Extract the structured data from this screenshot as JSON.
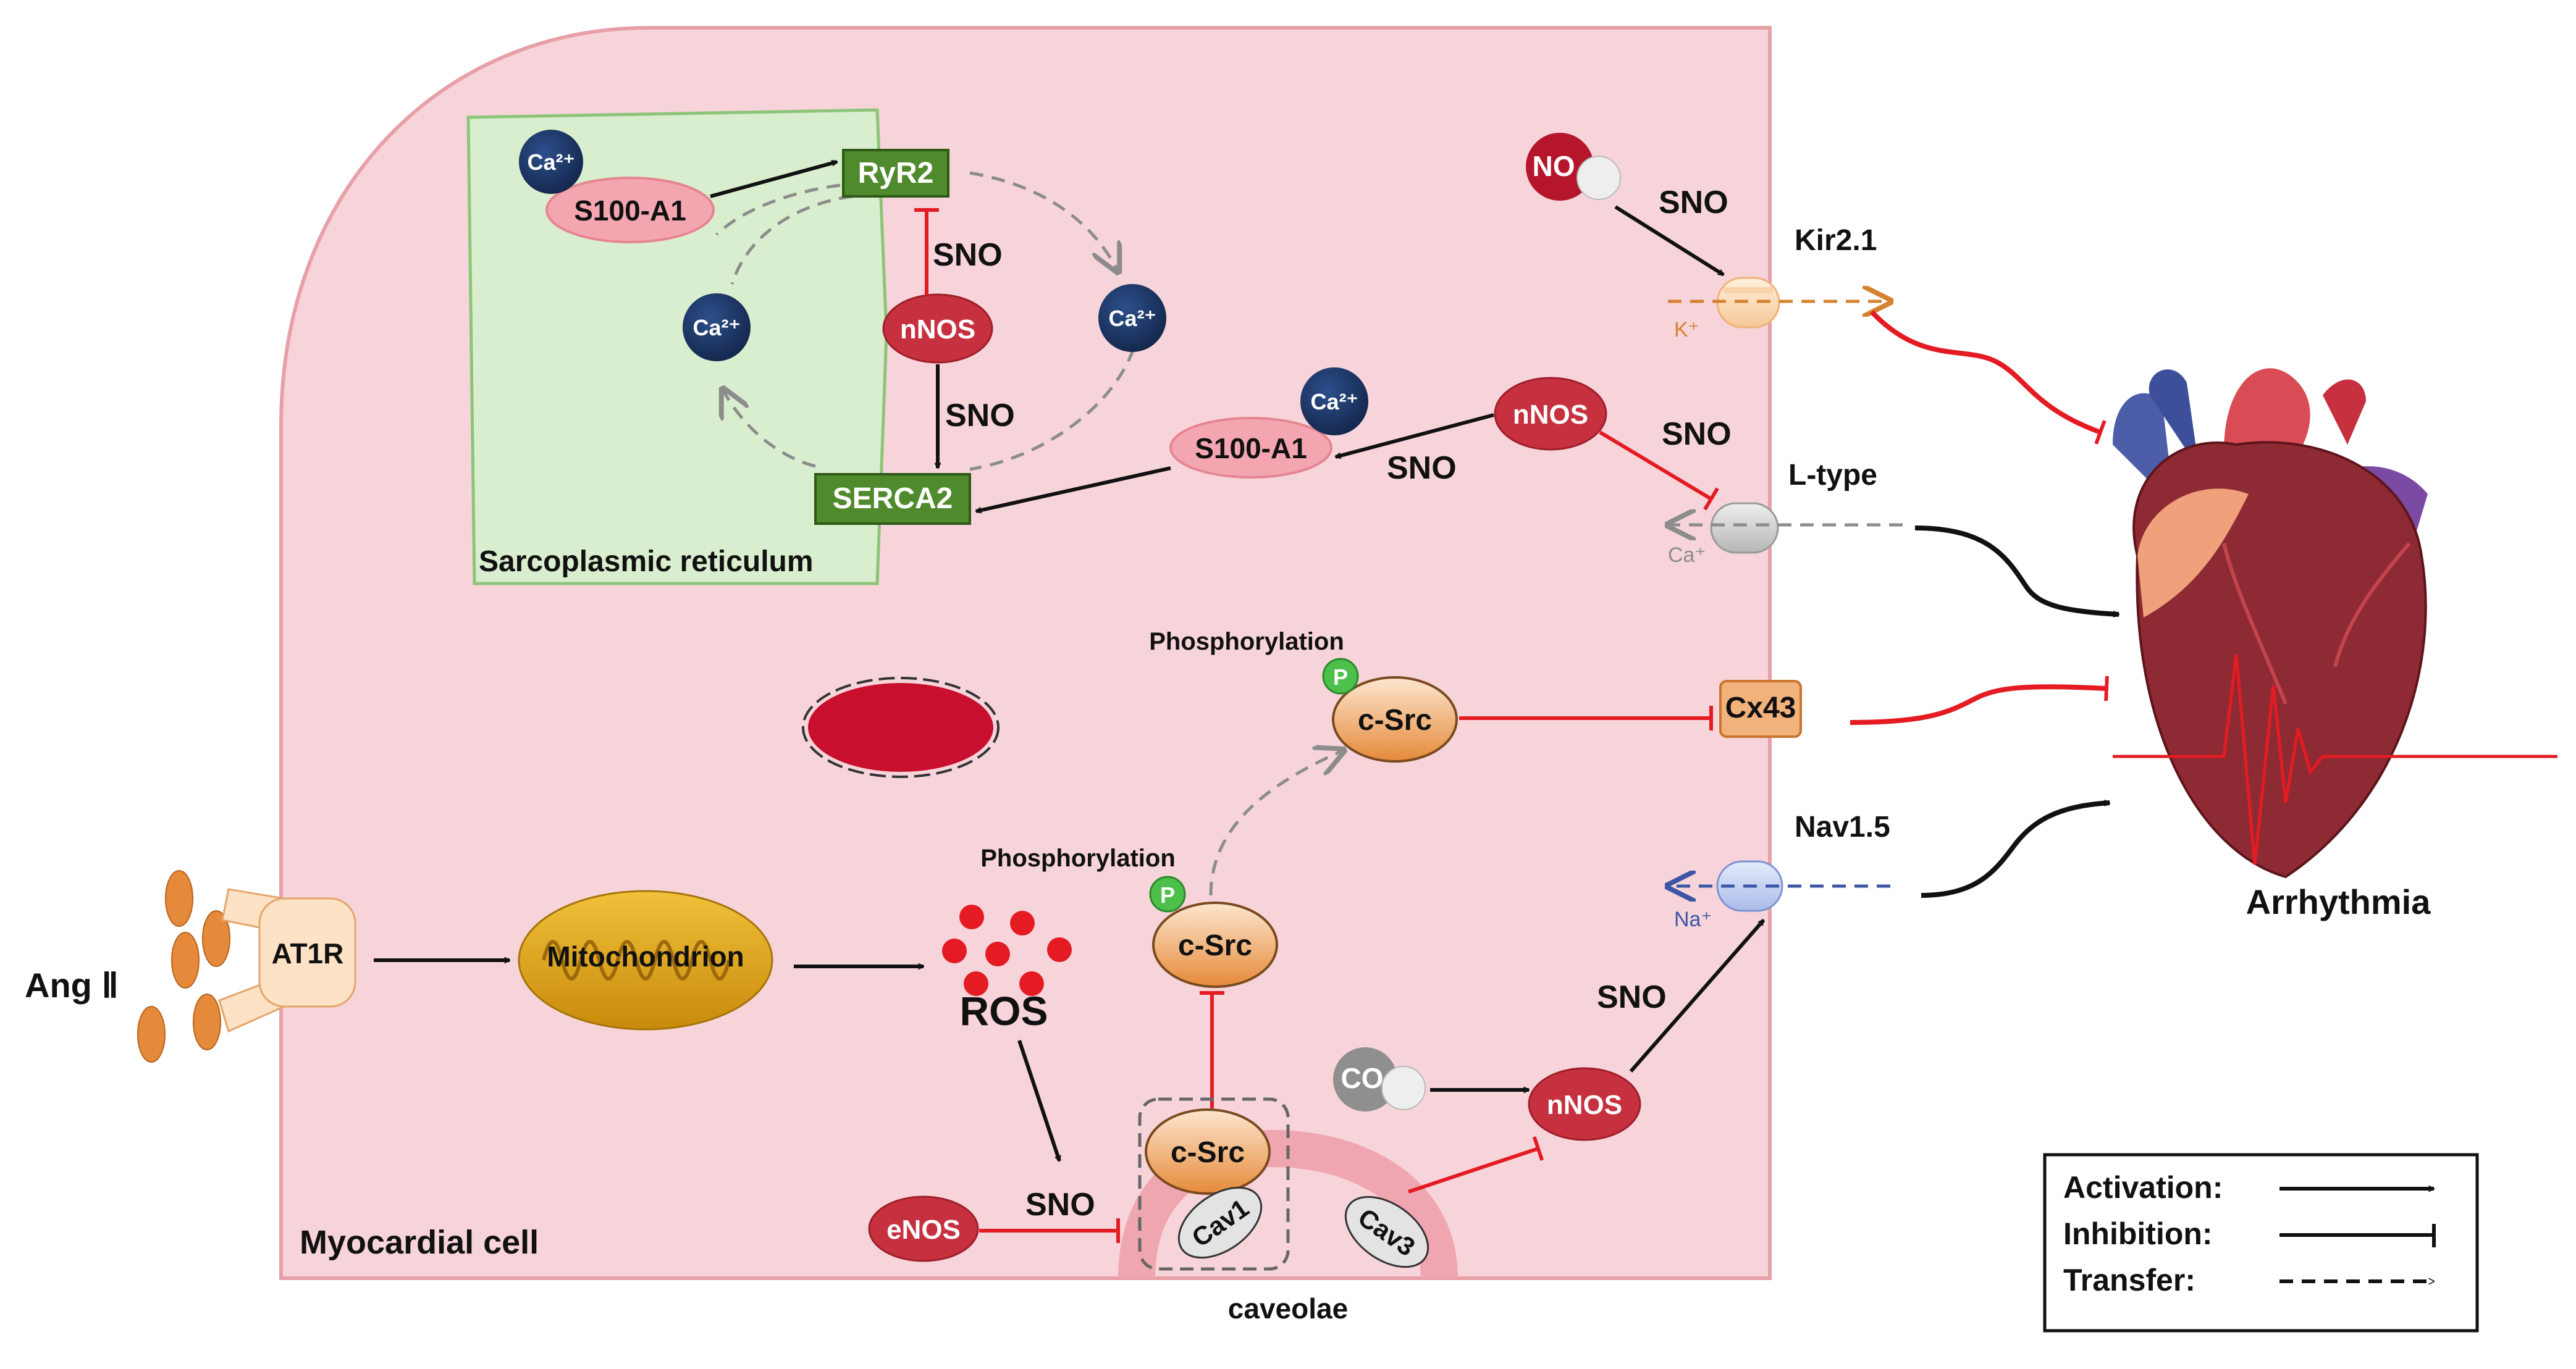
{
  "labels": {
    "cell": "Myocardial cell",
    "sr": "Sarcoplasmic reticulum",
    "ang": "Ang Ⅱ",
    "at1r": "AT1R",
    "mito": "Mitochondrion",
    "ros": "ROS",
    "caveolae": "caveolae",
    "arrhythmia": "Arrhythmia",
    "phos1": "Phosphorylation",
    "phos2": "Phosphorylation",
    "sno": "SNO",
    "p": "P"
  },
  "molecules": {
    "ryr2": "RyR2",
    "serca2": "SERCA2",
    "s100a1": "S100-A1",
    "nnos": "nNOS",
    "enos": "eNOS",
    "ca": "Ca²⁺",
    "csrc": "c-Src",
    "cav1": "Cav1",
    "cav3": "Cav3",
    "no": "NO",
    "co": "CO"
  },
  "channels": {
    "kir": "Kir2.1",
    "ltype": "L-type",
    "nav": "Nav1.5",
    "cx43": "Cx43",
    "k_ion": "K⁺",
    "ca_ion": "Ca⁺",
    "na_ion": "Na⁺"
  },
  "legend": {
    "activation": "Activation:",
    "inhibition": "Inhibition:",
    "transfer": "Transfer:"
  },
  "colors": {
    "cell_fill": "#f7d4da",
    "cell_stroke": "#e8a0a8",
    "sr_fill": "#d9eecf",
    "sr_stroke": "#8cc47a",
    "inhibit": "#e41b23",
    "navy": "#1b3561",
    "green_box": "#4f8a2c",
    "mito": "#d8a114",
    "orange": "#e58a3a",
    "heart": "#8e2a33"
  }
}
